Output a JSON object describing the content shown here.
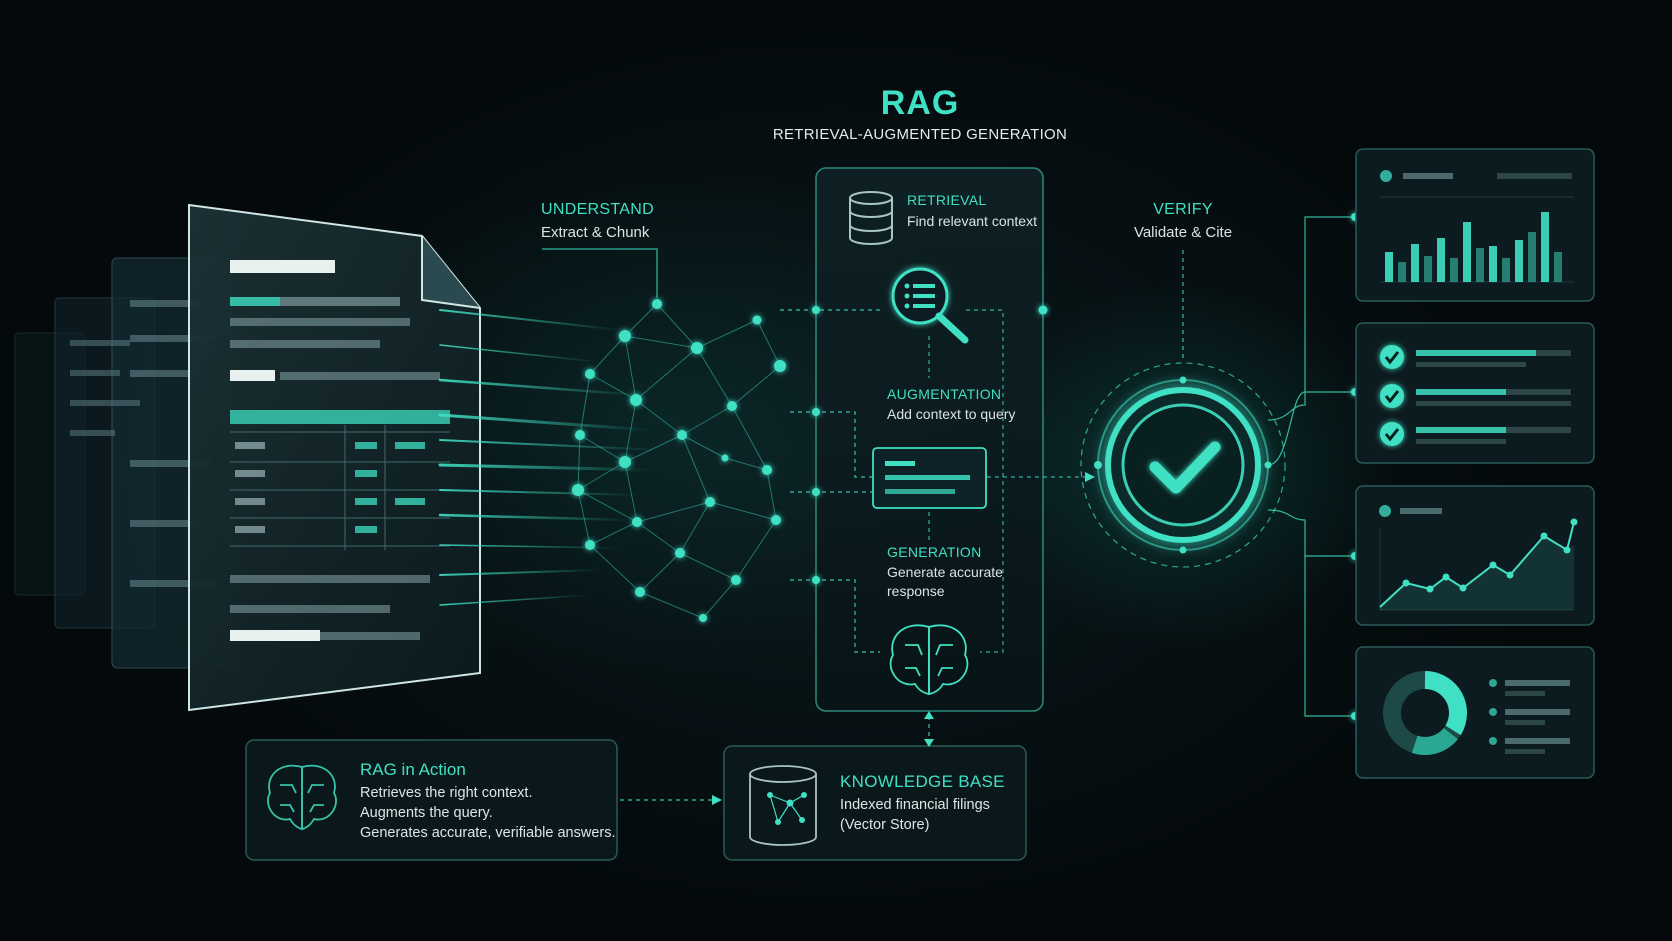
{
  "header": {
    "title": "RAG",
    "subtitle": "RETRIEVAL-AUGMENTED GENERATION"
  },
  "steps": {
    "understand": {
      "title": "UNDERSTAND",
      "subtitle": "Extract & Chunk"
    },
    "verify": {
      "title": "VERIFY",
      "subtitle": "Validate & Cite"
    }
  },
  "pipeline": {
    "retrieval": {
      "title": "RETRIEVAL",
      "subtitle": "Find relevant context"
    },
    "augmentation": {
      "title": "AUGMENTATION",
      "subtitle": "Add context to query"
    },
    "generation": {
      "title": "GENERATION",
      "subtitle_line1": "Generate accurate",
      "subtitle_line2": "response"
    }
  },
  "rag_in_action": {
    "title": "RAG in Action",
    "lines": [
      "Retrieves the right context.",
      "Augments the query.",
      "Generates accurate, verifiable answers."
    ]
  },
  "knowledge_base": {
    "title": "KNOWLEDGE BASE",
    "line1": "Indexed financial filings",
    "line2": "(Vector Store)"
  },
  "icons": [
    "document-stack-icon",
    "neural-network-icon",
    "database-icon",
    "magnifier-list-icon",
    "query-card-icon",
    "brain-circuit-icon",
    "checkmark-icon",
    "vector-store-icon",
    "bar-chart-icon",
    "checklist-icon",
    "line-chart-icon",
    "donut-chart-icon"
  ],
  "colors": {
    "accent": "#3fe0c4",
    "background": "#050d10",
    "panel_border": "#2a8a7c"
  }
}
